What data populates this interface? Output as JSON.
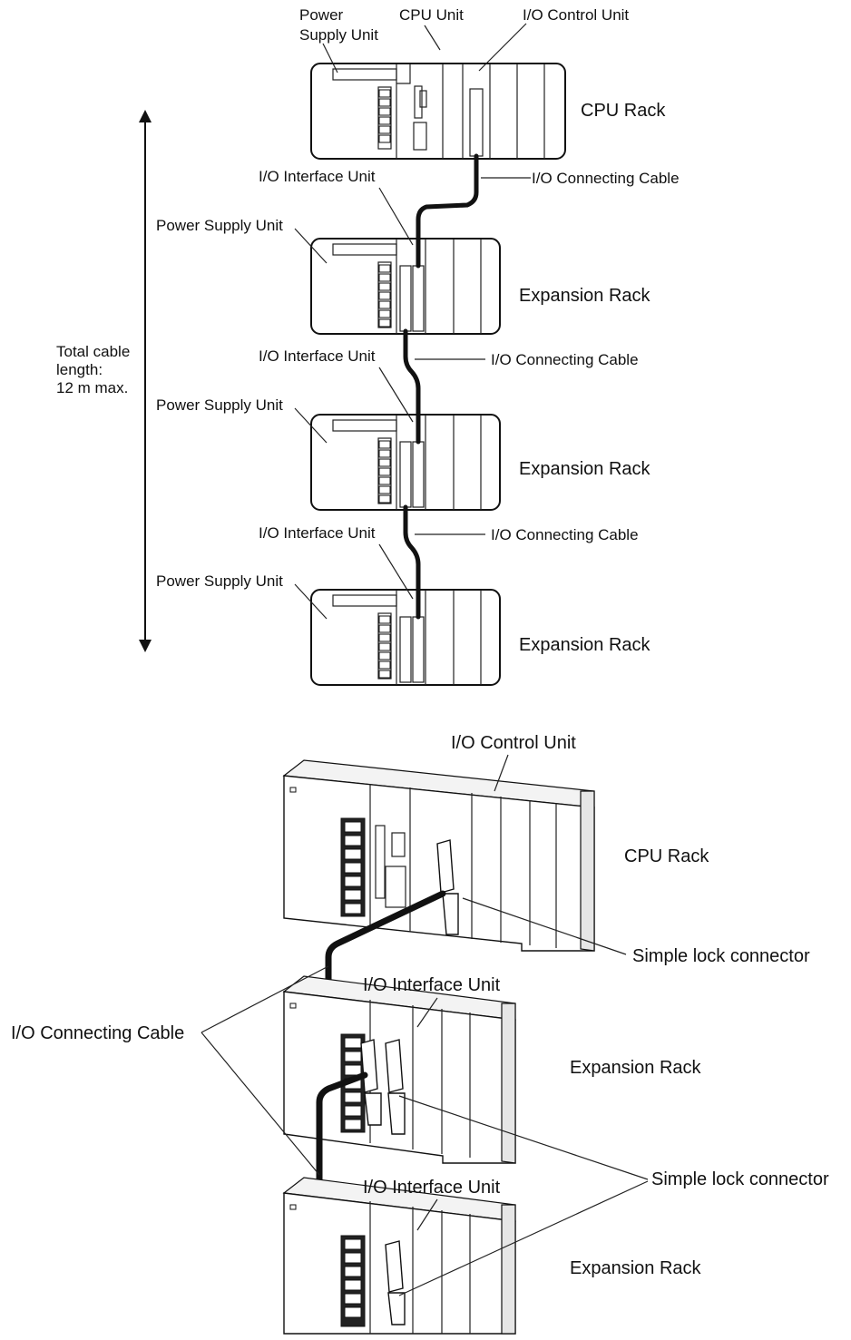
{
  "schematic": {
    "labels": {
      "power_supply_unit_top": "Power\nSupply Unit",
      "cpu_unit": "CPU Unit",
      "io_control_unit": "I/O Control Unit",
      "io_interface_unit": "I/O Interface Unit",
      "power_supply_unit": "Power Supply Unit",
      "io_connecting_cable": "I/O Connecting Cable",
      "total_cable_length": "Total cable\nlength:\n12 m max."
    },
    "racks": [
      {
        "name": "CPU Rack"
      },
      {
        "name": "Expansion Rack"
      },
      {
        "name": "Expansion Rack"
      },
      {
        "name": "Expansion Rack"
      }
    ]
  },
  "perspective": {
    "labels": {
      "io_control_unit": "I/O Control Unit",
      "io_interface_unit": "I/O Interface Unit",
      "io_connecting_cable": "I/O Connecting Cable",
      "simple_lock_connector": "Simple lock connector"
    },
    "racks": [
      {
        "name": "CPU Rack"
      },
      {
        "name": "Expansion Rack"
      },
      {
        "name": "Expansion Rack"
      }
    ]
  }
}
